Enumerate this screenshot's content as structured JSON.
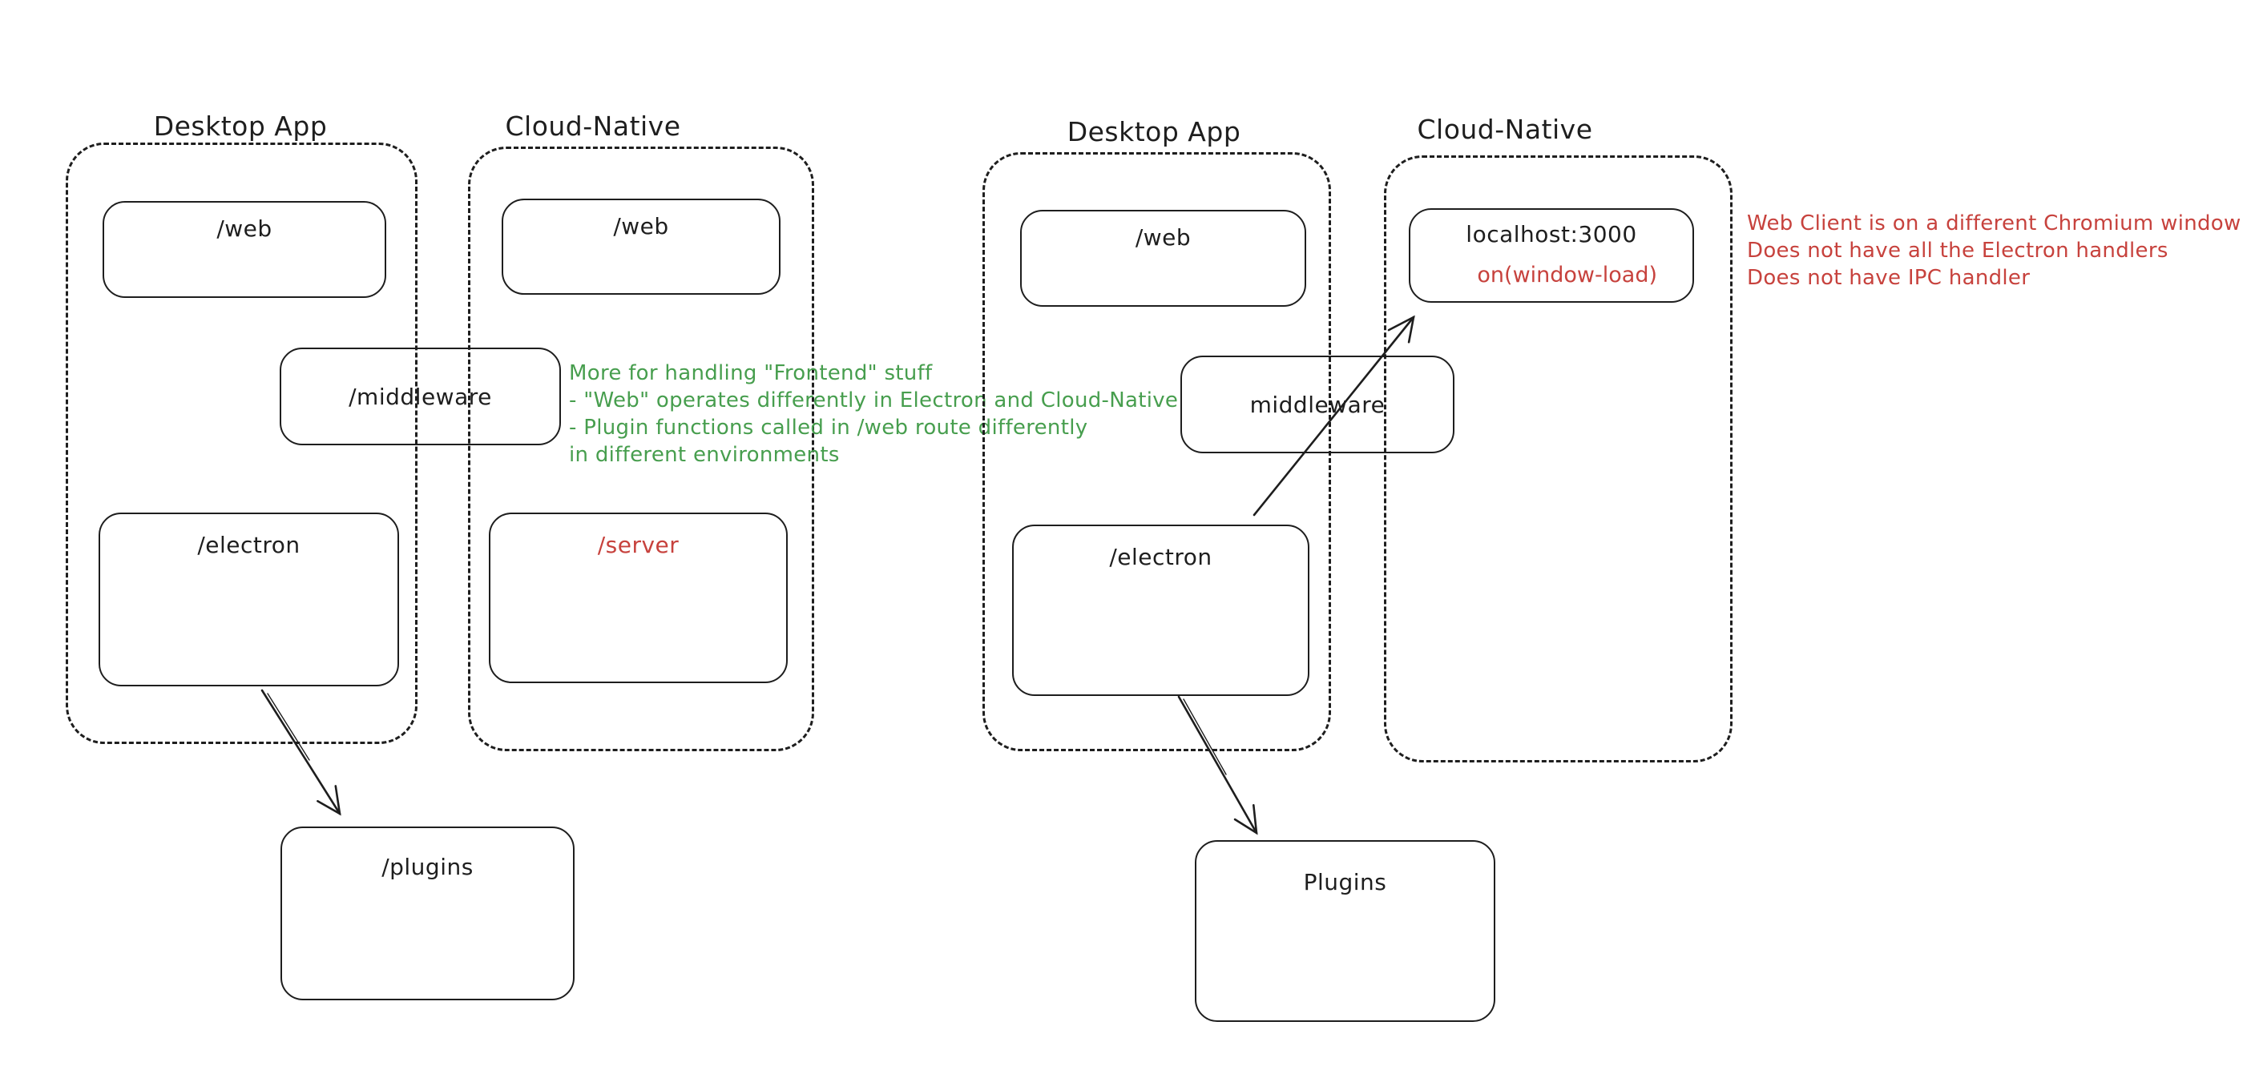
{
  "palette": {
    "ink": "#1e1e1e",
    "red": "#c7423d",
    "green": "#479e4e",
    "background": "#ffffff"
  },
  "left_diagram": {
    "desktop_title": "Desktop App",
    "cloud_title": "Cloud-Native",
    "web_desktop_label": "/web",
    "web_cloud_label": "/web",
    "middleware_label": "/middleware",
    "electron_label": "/electron",
    "server_label": "/server",
    "plugins_label": "/plugins"
  },
  "right_diagram": {
    "desktop_title": "Desktop App",
    "cloud_title": "Cloud-Native",
    "web_label": "/web",
    "localhost_label": "localhost:3000",
    "window_load_label": "on(window-load)",
    "middleware_label": "middleware",
    "electron_label": "/electron",
    "plugins_label": "Plugins"
  },
  "annotations": {
    "green_note": {
      "lines": [
        "More for handling \"Frontend\" stuff",
        "- \"Web\" operates differently in Electron and Cloud-Native",
        "- Plugin functions called in /web route differently",
        "in different environments"
      ]
    },
    "red_note": {
      "lines": [
        "Web Client is on a different Chromium window",
        "Does not have all the Electron handlers",
        "Does not have IPC handler"
      ]
    }
  }
}
